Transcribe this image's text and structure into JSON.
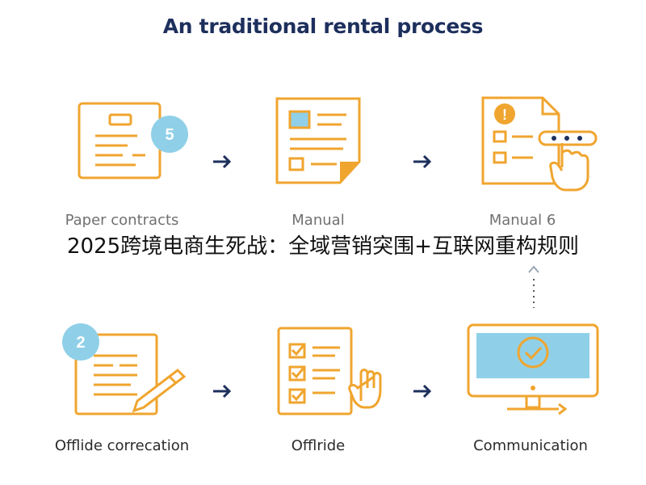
{
  "title": "An traditional rental process",
  "overlay_text": "2025跨境电商生死战：全域营销突围+互联网重构规则",
  "steps": [
    {
      "label": "Paper contracts",
      "badge": "5"
    },
    {
      "label": "Manual"
    },
    {
      "label": "Manual 6",
      "badge": "!"
    },
    {
      "label": "Offlide correcation",
      "badge": "2"
    },
    {
      "label": "Offlride"
    },
    {
      "label": "Communication"
    }
  ],
  "colors": {
    "accent": "#f0a52f",
    "badge": "#8fd0e8",
    "arrow": "#1d2f5c",
    "title": "#1d2f5c",
    "screen": "#8fd0e8"
  }
}
